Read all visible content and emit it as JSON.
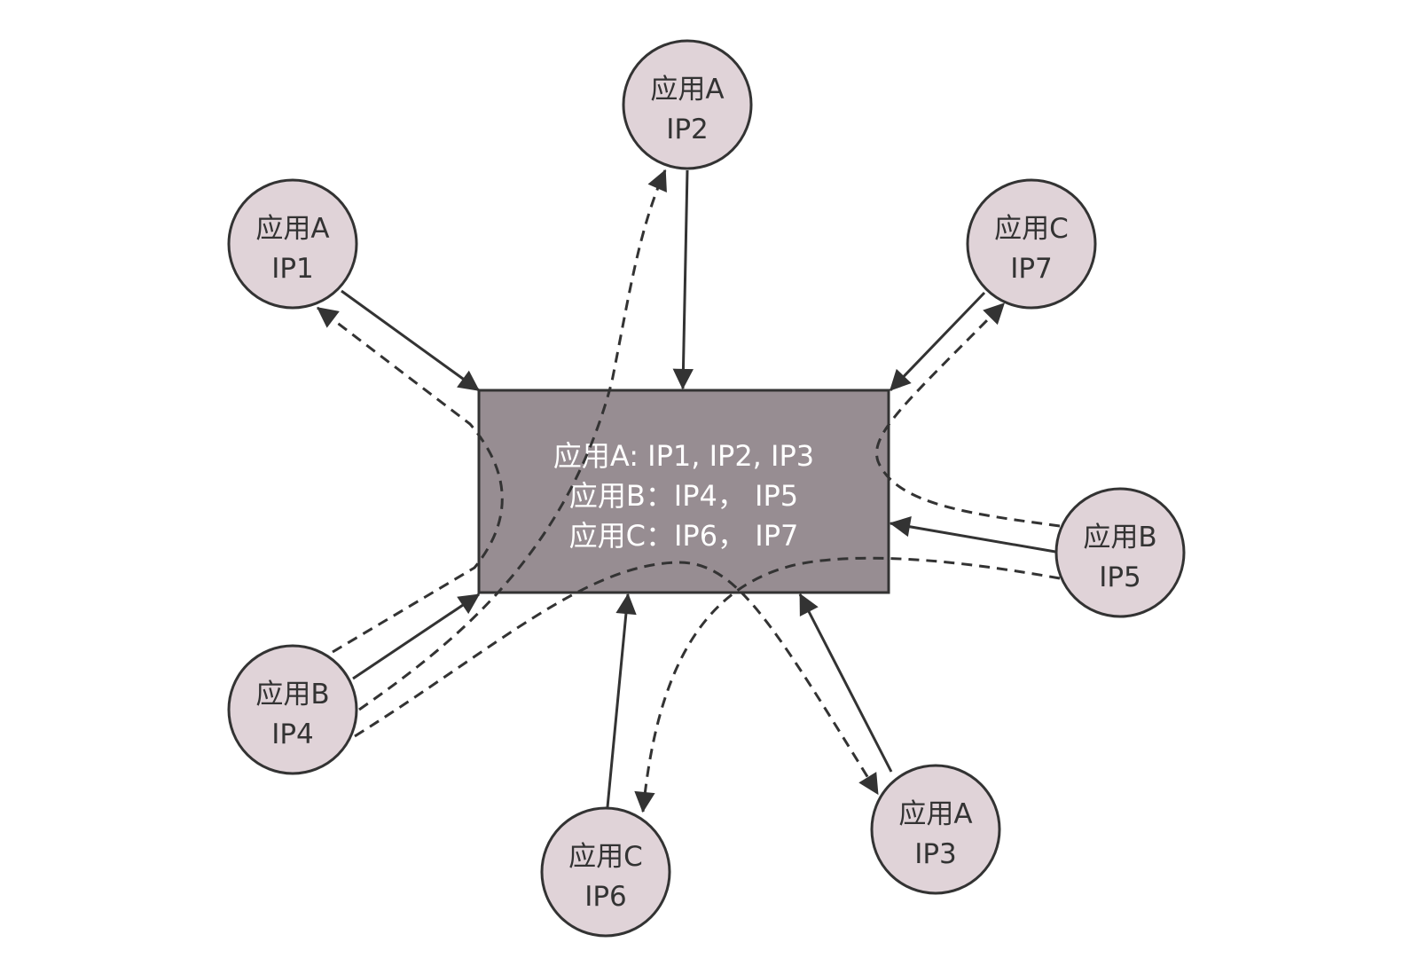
{
  "registry": {
    "lines": [
      "应用A: IP1, IP2, IP3",
      "应用B：IP4，  IP5",
      "应用C：IP6，  IP7"
    ]
  },
  "nodes": [
    {
      "app": "应用A",
      "ip": "IP1"
    },
    {
      "app": "应用A",
      "ip": "IP2"
    },
    {
      "app": "应用C",
      "ip": "IP7"
    },
    {
      "app": "应用B",
      "ip": "IP5"
    },
    {
      "app": "应用A",
      "ip": "IP3"
    },
    {
      "app": "应用C",
      "ip": "IP6"
    },
    {
      "app": "应用B",
      "ip": "IP4"
    }
  ],
  "colors": {
    "node_fill": "#e0d3d8",
    "registry_fill": "#978d92",
    "stroke": "#333333"
  }
}
